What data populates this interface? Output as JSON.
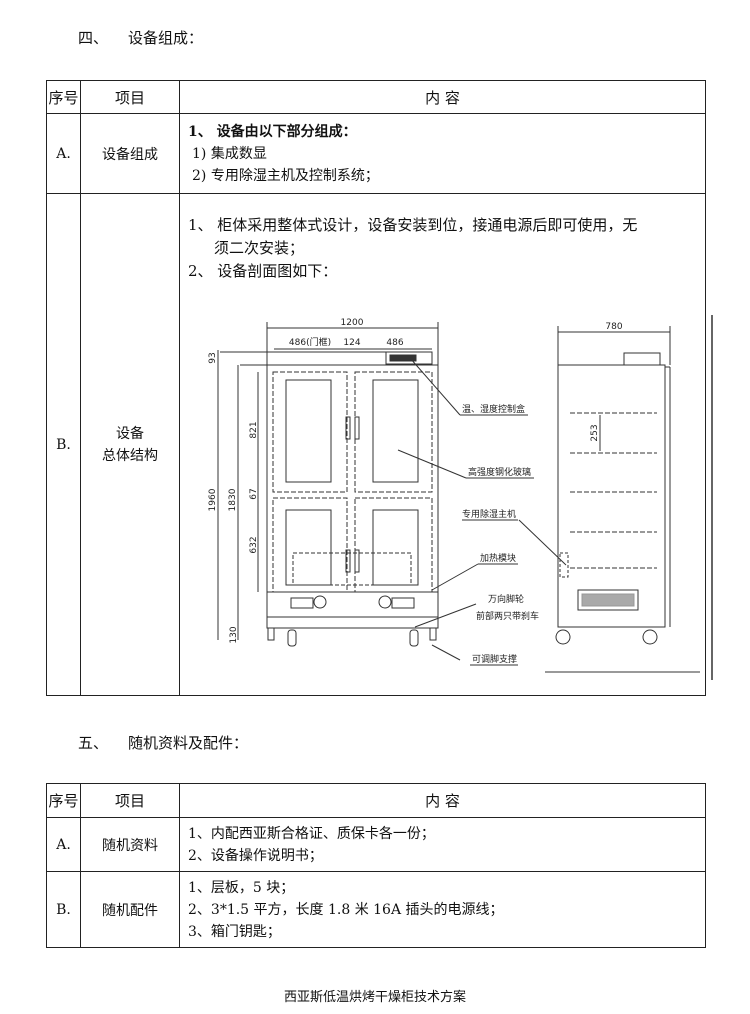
{
  "section4": {
    "num": "四、",
    "title": "设备组成："
  },
  "table1": {
    "headers": [
      "序号",
      "项目",
      "内  容"
    ],
    "rows": [
      {
        "no": "A.",
        "item": "设备组成",
        "lines": [
          "1、 设备由以下部分组成：",
          "1) 集成数显",
          "2) 专用除湿主机及控制系统；"
        ]
      },
      {
        "no": "B.",
        "item_line1": "设备",
        "item_line2": "总体结构",
        "lines": [
          "1、 柜体采用整体式设计，设备安装到位，接通电源后即可使用，无",
          "须二次安装；",
          "2、 设备剖面图如下："
        ]
      }
    ]
  },
  "drawing": {
    "dims": {
      "width": "1200",
      "door": "486(门框)",
      "mid": "124",
      "right": "486",
      "top": "93",
      "height": "1960",
      "body": "1830",
      "upper": "821",
      "gap": "67",
      "lower": "632",
      "base": "130",
      "depth": "780",
      "shelf": "253"
    },
    "labels": {
      "controller": "温、湿度控制盒",
      "glass": "高强度钢化玻璃",
      "dehumidifier": "专用除湿主机",
      "heater": "加热模块",
      "caster": "万向脚轮",
      "brake": "前部两只带刹车",
      "foot": "可调脚支撑"
    }
  },
  "section5": {
    "num": "五、",
    "title": "随机资料及配件："
  },
  "table2": {
    "headers": [
      "序号",
      "项目",
      "内  容"
    ],
    "rows": [
      {
        "no": "A.",
        "item": "随机资料",
        "lines": [
          "1、内配西亚斯合格证、质保卡各一份；",
          "2、设备操作说明书；"
        ]
      },
      {
        "no": "B.",
        "item": "随机配件",
        "lines": [
          "1、层板，5 块；",
          "2、3*1.5 平方，长度 1.8 米 16A 插头的电源线；",
          "3、箱门钥匙；"
        ]
      }
    ]
  },
  "footer": "西亚斯低温烘烤干燥柜技术方案"
}
